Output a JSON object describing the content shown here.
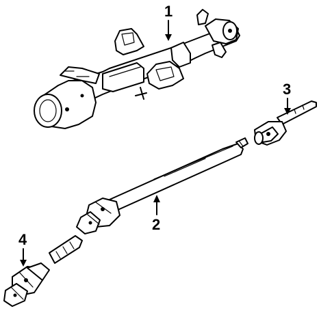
{
  "callouts": [
    {
      "id": "part-1",
      "label": "1"
    },
    {
      "id": "part-2",
      "label": "2"
    },
    {
      "id": "part-3",
      "label": "3"
    },
    {
      "id": "part-4",
      "label": "4"
    }
  ],
  "colors": {
    "ink": "#000000",
    "paper": "#ffffff"
  }
}
